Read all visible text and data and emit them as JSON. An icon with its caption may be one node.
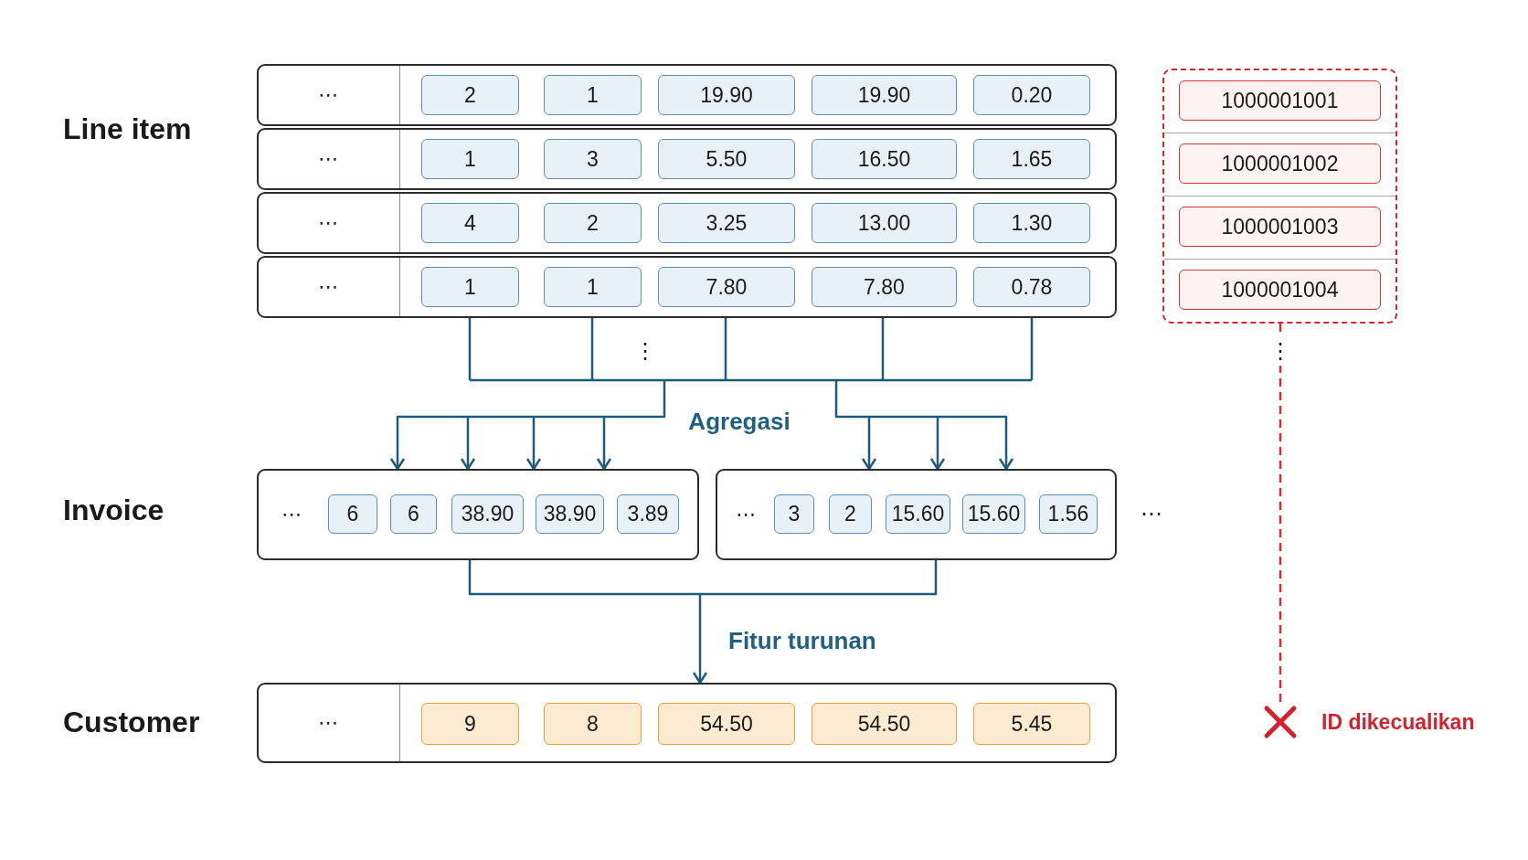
{
  "diagram": {
    "nodes": [
      {
        "text": [
          "⋯"
        ]
      },
      {
        "text": [
          "2"
        ],
        "in": 0
      },
      {
        "text": [
          "1"
        ],
        "in": 0
      },
      {
        "text": [
          "19.90"
        ],
        "in": 0
      },
      {
        "text": [
          "19.90"
        ],
        "in": 0
      },
      {
        "text": [
          "0.20"
        ],
        "in": 0
      },
      {
        "text": [
          "⋯"
        ]
      },
      {
        "text": [
          "1"
        ],
        "in": 6
      },
      {
        "text": [
          "3"
        ],
        "in": 6
      },
      {
        "text": [
          "5.50"
        ],
        "in": 6
      },
      {
        "text": [
          "16.50"
        ],
        "in": 6
      },
      {
        "text": [
          "1.65"
        ],
        "in": 6
      },
      {
        "text": [
          "⋯"
        ]
      },
      {
        "text": [
          "4"
        ],
        "in": 12
      },
      {
        "text": [
          "2"
        ],
        "in": 12
      },
      {
        "text": [
          "3.25"
        ],
        "in": 12
      },
      {
        "text": [
          "13.00"
        ],
        "in": 12
      },
      {
        "text": [
          "1.30"
        ],
        "in": 12
      },
      {
        "text": [
          "⋯"
        ]
      },
      {
        "text": [
          "1"
        ],
        "in": 18
      },
      {
        "text": [
          "1"
        ],
        "in": 18
      },
      {
        "text": [
          "7.80"
        ],
        "in": 18
      },
      {
        "text": [
          "7.80"
        ],
        "in": 18
      },
      {
        "text": [
          "0.78"
        ],
        "in": 18
      },
      {
        "text": [],
        "shape": "box"
      },
      {
        "text": [
          "1000001001"
        ],
        "in": 24
      },
      {
        "text": [
          "1000001002"
        ],
        "in": 24
      },
      {
        "text": [
          "1000001003"
        ],
        "in": 24
      },
      {
        "text": [
          "1000001004"
        ],
        "in": 24
      },
      {
        "text": [
          "⋯"
        ]
      },
      {
        "text": [
          "6"
        ],
        "in": 29
      },
      {
        "text": [
          "6"
        ],
        "in": 29
      },
      {
        "text": [
          "38.90"
        ],
        "in": 29
      },
      {
        "text": [
          "38.90"
        ],
        "in": 29
      },
      {
        "text": [
          "3.89"
        ],
        "in": 29
      },
      {
        "text": [
          "⋯"
        ]
      },
      {
        "text": [
          "3"
        ],
        "in": 35
      },
      {
        "text": [
          "2"
        ],
        "in": 35
      },
      {
        "text": [
          "15.60"
        ],
        "in": 35
      },
      {
        "text": [
          "15.60"
        ],
        "in": 35
      },
      {
        "text": [
          "1.56"
        ],
        "in": 35
      },
      {
        "text": [
          "⋯"
        ]
      },
      {
        "text": [
          "9"
        ],
        "in": 41
      },
      {
        "text": [
          "8"
        ],
        "in": 41
      },
      {
        "text": [
          "54.50"
        ],
        "in": 41
      },
      {
        "text": [
          "54.50"
        ],
        "in": 41
      },
      {
        "text": [
          "5.45"
        ],
        "in": 41
      },
      {
        "text": [],
        "shape": "cross",
        "beside": [
          "ID dikecualikan"
        ]
      }
    ],
    "edges": [
      {
        "from": 18,
        "to": 29,
        "arrow": "to",
        "label": "Agregasi"
      },
      {
        "from": 18,
        "to": 35,
        "arrow": "to"
      },
      {
        "from": 29,
        "to": 41,
        "arrow": "to",
        "label": "Fitur turunan"
      },
      {
        "from": 35,
        "to": 41,
        "arrow": "to"
      },
      {
        "from": 24,
        "to": 47,
        "arrow": "none",
        "style": "dashed",
        "color": "#d32f2f"
      }
    ],
    "labels": [
      "Line item",
      "⋮",
      "⋮",
      "Invoice",
      "⋯",
      "Customer"
    ]
  }
}
